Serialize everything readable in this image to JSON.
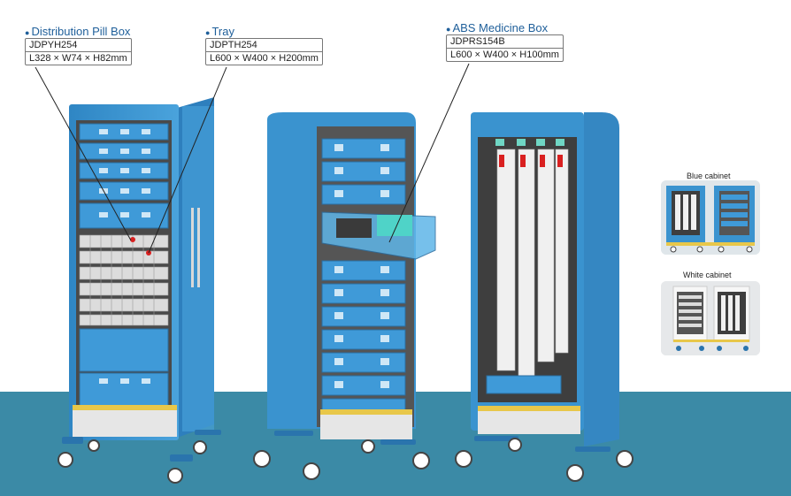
{
  "callouts": [
    {
      "title": "Distribution Pill Box",
      "model": "JDPYH254",
      "dims": "L328 × W74 × H82mm"
    },
    {
      "title": "Tray",
      "model": "JDPTH254",
      "dims": "L600 × W400 × H200mm"
    },
    {
      "title": "ABS Medicine Box",
      "model": "JDPRS154B",
      "dims": "L600 × W400 × H100mm"
    }
  ],
  "thumbnails": [
    {
      "label": "Blue cabinet"
    },
    {
      "label": "White cabinet"
    }
  ],
  "colors": {
    "cabinet_blue": "#3a93cf",
    "cabinet_blue_dark": "#2a74ad",
    "floor": "#3b8aa6",
    "callout_title": "#1f5f9a",
    "accent_yellow": "#e8c74a",
    "indicator_red": "#d92020"
  }
}
